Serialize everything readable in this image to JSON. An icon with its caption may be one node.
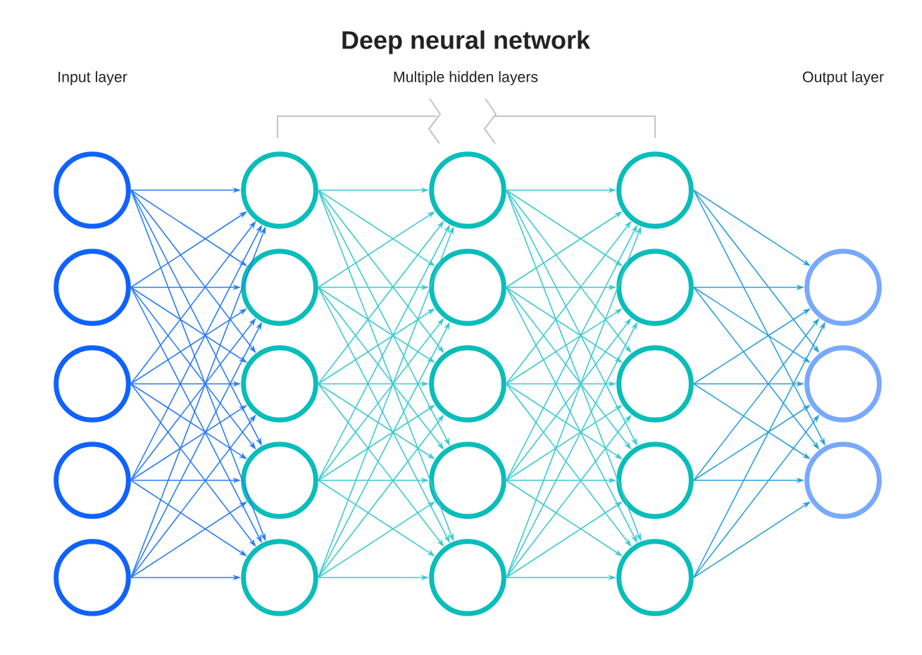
{
  "diagram": {
    "title": "Deep neural network",
    "labels": [
      "Input layer",
      "Multiple hidden layers",
      "Output layer"
    ],
    "nodes": [
      {
        "text": [],
        "shape": "circle"
      },
      {
        "text": [],
        "shape": "circle"
      },
      {
        "text": [],
        "shape": "circle"
      },
      {
        "text": [],
        "shape": "circle"
      },
      {
        "text": [],
        "shape": "circle"
      },
      {
        "text": [],
        "shape": "circle"
      },
      {
        "text": [],
        "shape": "circle"
      },
      {
        "text": [],
        "shape": "circle"
      },
      {
        "text": [],
        "shape": "circle"
      },
      {
        "text": [],
        "shape": "circle"
      },
      {
        "text": [],
        "shape": "circle"
      },
      {
        "text": [],
        "shape": "circle"
      },
      {
        "text": [],
        "shape": "circle"
      },
      {
        "text": [],
        "shape": "circle"
      },
      {
        "text": [],
        "shape": "circle"
      },
      {
        "text": [],
        "shape": "circle"
      },
      {
        "text": [],
        "shape": "circle"
      },
      {
        "text": [],
        "shape": "circle"
      },
      {
        "text": [],
        "shape": "circle"
      },
      {
        "text": [],
        "shape": "circle"
      },
      {
        "text": [],
        "shape": "circle"
      },
      {
        "text": [],
        "shape": "circle"
      },
      {
        "text": [],
        "shape": "circle"
      }
    ],
    "edges": [
      {
        "from": 0,
        "to": 5,
        "arrow": "to",
        "color": "#2a7cf6"
      },
      {
        "from": 0,
        "to": 6,
        "arrow": "to",
        "color": "#2a7cf6"
      },
      {
        "from": 0,
        "to": 7,
        "arrow": "to",
        "color": "#2a7cf6"
      },
      {
        "from": 0,
        "to": 8,
        "arrow": "to",
        "color": "#2a7cf6"
      },
      {
        "from": 0,
        "to": 9,
        "arrow": "to",
        "color": "#2a7cf6"
      },
      {
        "from": 1,
        "to": 5,
        "arrow": "to",
        "color": "#2a7cf6"
      },
      {
        "from": 1,
        "to": 6,
        "arrow": "to",
        "color": "#2a7cf6"
      },
      {
        "from": 1,
        "to": 7,
        "arrow": "to",
        "color": "#2a7cf6"
      },
      {
        "from": 1,
        "to": 8,
        "arrow": "to",
        "color": "#2a7cf6"
      },
      {
        "from": 1,
        "to": 9,
        "arrow": "to",
        "color": "#2a7cf6"
      },
      {
        "from": 2,
        "to": 5,
        "arrow": "to",
        "color": "#2a7cf6"
      },
      {
        "from": 2,
        "to": 6,
        "arrow": "to",
        "color": "#2a7cf6"
      },
      {
        "from": 2,
        "to": 7,
        "arrow": "to",
        "color": "#2a7cf6"
      },
      {
        "from": 2,
        "to": 8,
        "arrow": "to",
        "color": "#2a7cf6"
      },
      {
        "from": 2,
        "to": 9,
        "arrow": "to",
        "color": "#2a7cf6"
      },
      {
        "from": 3,
        "to": 5,
        "arrow": "to",
        "color": "#2a7cf6"
      },
      {
        "from": 3,
        "to": 6,
        "arrow": "to",
        "color": "#2a7cf6"
      },
      {
        "from": 3,
        "to": 7,
        "arrow": "to",
        "color": "#2a7cf6"
      },
      {
        "from": 3,
        "to": 8,
        "arrow": "to",
        "color": "#2a7cf6"
      },
      {
        "from": 3,
        "to": 9,
        "arrow": "to",
        "color": "#2a7cf6"
      },
      {
        "from": 4,
        "to": 5,
        "arrow": "to",
        "color": "#2a7cf6"
      },
      {
        "from": 4,
        "to": 6,
        "arrow": "to",
        "color": "#2a7cf6"
      },
      {
        "from": 4,
        "to": 7,
        "arrow": "to",
        "color": "#2a7cf6"
      },
      {
        "from": 4,
        "to": 8,
        "arrow": "to",
        "color": "#2a7cf6"
      },
      {
        "from": 4,
        "to": 9,
        "arrow": "to",
        "color": "#2a7cf6"
      },
      {
        "from": 5,
        "to": 10,
        "arrow": "to"
      },
      {
        "from": 5,
        "to": 11,
        "arrow": "to"
      },
      {
        "from": 5,
        "to": 12,
        "arrow": "to"
      },
      {
        "from": 5,
        "to": 13,
        "arrow": "to"
      },
      {
        "from": 5,
        "to": 14,
        "arrow": "to"
      },
      {
        "from": 6,
        "to": 10,
        "arrow": "to"
      },
      {
        "from": 6,
        "to": 11,
        "arrow": "to"
      },
      {
        "from": 6,
        "to": 12,
        "arrow": "to"
      },
      {
        "from": 6,
        "to": 13,
        "arrow": "to"
      },
      {
        "from": 6,
        "to": 14,
        "arrow": "to"
      },
      {
        "from": 7,
        "to": 10,
        "arrow": "to"
      },
      {
        "from": 7,
        "to": 11,
        "arrow": "to"
      },
      {
        "from": 7,
        "to": 12,
        "arrow": "to"
      },
      {
        "from": 7,
        "to": 13,
        "arrow": "to"
      },
      {
        "from": 7,
        "to": 14,
        "arrow": "to"
      },
      {
        "from": 8,
        "to": 10,
        "arrow": "to"
      },
      {
        "from": 8,
        "to": 11,
        "arrow": "to"
      },
      {
        "from": 8,
        "to": 12,
        "arrow": "to"
      },
      {
        "from": 8,
        "to": 13,
        "arrow": "to"
      },
      {
        "from": 8,
        "to": 14,
        "arrow": "to"
      },
      {
        "from": 9,
        "to": 10,
        "arrow": "to"
      },
      {
        "from": 9,
        "to": 11,
        "arrow": "to"
      },
      {
        "from": 9,
        "to": 12,
        "arrow": "to"
      },
      {
        "from": 9,
        "to": 13,
        "arrow": "to"
      },
      {
        "from": 9,
        "to": 14,
        "arrow": "to"
      },
      {
        "from": 10,
        "to": 15,
        "arrow": "to"
      },
      {
        "from": 10,
        "to": 16,
        "arrow": "to"
      },
      {
        "from": 10,
        "to": 17,
        "arrow": "to"
      },
      {
        "from": 10,
        "to": 18,
        "arrow": "to"
      },
      {
        "from": 10,
        "to": 19,
        "arrow": "to"
      },
      {
        "from": 11,
        "to": 15,
        "arrow": "to"
      },
      {
        "from": 11,
        "to": 16,
        "arrow": "to"
      },
      {
        "from": 11,
        "to": 17,
        "arrow": "to"
      },
      {
        "from": 11,
        "to": 18,
        "arrow": "to"
      },
      {
        "from": 11,
        "to": 19,
        "arrow": "to"
      },
      {
        "from": 12,
        "to": 15,
        "arrow": "to"
      },
      {
        "from": 12,
        "to": 16,
        "arrow": "to"
      },
      {
        "from": 12,
        "to": 17,
        "arrow": "to"
      },
      {
        "from": 12,
        "to": 18,
        "arrow": "to"
      },
      {
        "from": 12,
        "to": 19,
        "arrow": "to"
      },
      {
        "from": 13,
        "to": 15,
        "arrow": "to"
      },
      {
        "from": 13,
        "to": 16,
        "arrow": "to"
      },
      {
        "from": 13,
        "to": 17,
        "arrow": "to"
      },
      {
        "from": 13,
        "to": 18,
        "arrow": "to"
      },
      {
        "from": 13,
        "to": 19,
        "arrow": "to"
      },
      {
        "from": 14,
        "to": 15,
        "arrow": "to"
      },
      {
        "from": 14,
        "to": 16,
        "arrow": "to"
      },
      {
        "from": 14,
        "to": 17,
        "arrow": "to"
      },
      {
        "from": 14,
        "to": 18,
        "arrow": "to"
      },
      {
        "from": 14,
        "to": 19,
        "arrow": "to"
      },
      {
        "from": 15,
        "to": 20,
        "arrow": "to",
        "color": "#2aa0dc"
      },
      {
        "from": 15,
        "to": 21,
        "arrow": "to",
        "color": "#2aa0dc"
      },
      {
        "from": 15,
        "to": 22,
        "arrow": "to",
        "color": "#2aa0dc"
      },
      {
        "from": 16,
        "to": 20,
        "arrow": "to",
        "color": "#2aa0dc"
      },
      {
        "from": 16,
        "to": 21,
        "arrow": "to",
        "color": "#2aa0dc"
      },
      {
        "from": 16,
        "to": 22,
        "arrow": "to",
        "color": "#2aa0dc"
      },
      {
        "from": 17,
        "to": 20,
        "arrow": "to",
        "color": "#2aa0dc"
      },
      {
        "from": 17,
        "to": 21,
        "arrow": "to",
        "color": "#2aa0dc"
      },
      {
        "from": 17,
        "to": 22,
        "arrow": "to",
        "color": "#2aa0dc"
      },
      {
        "from": 18,
        "to": 20,
        "arrow": "to",
        "color": "#2aa0dc"
      },
      {
        "from": 18,
        "to": 21,
        "arrow": "to",
        "color": "#2aa0dc"
      },
      {
        "from": 18,
        "to": 22,
        "arrow": "to",
        "color": "#2aa0dc"
      },
      {
        "from": 19,
        "to": 20,
        "arrow": "to",
        "color": "#2aa0dc"
      },
      {
        "from": 19,
        "to": 21,
        "arrow": "to",
        "color": "#2aa0dc"
      },
      {
        "from": 19,
        "to": 22,
        "arrow": "to",
        "color": "#2aa0dc"
      }
    ]
  }
}
